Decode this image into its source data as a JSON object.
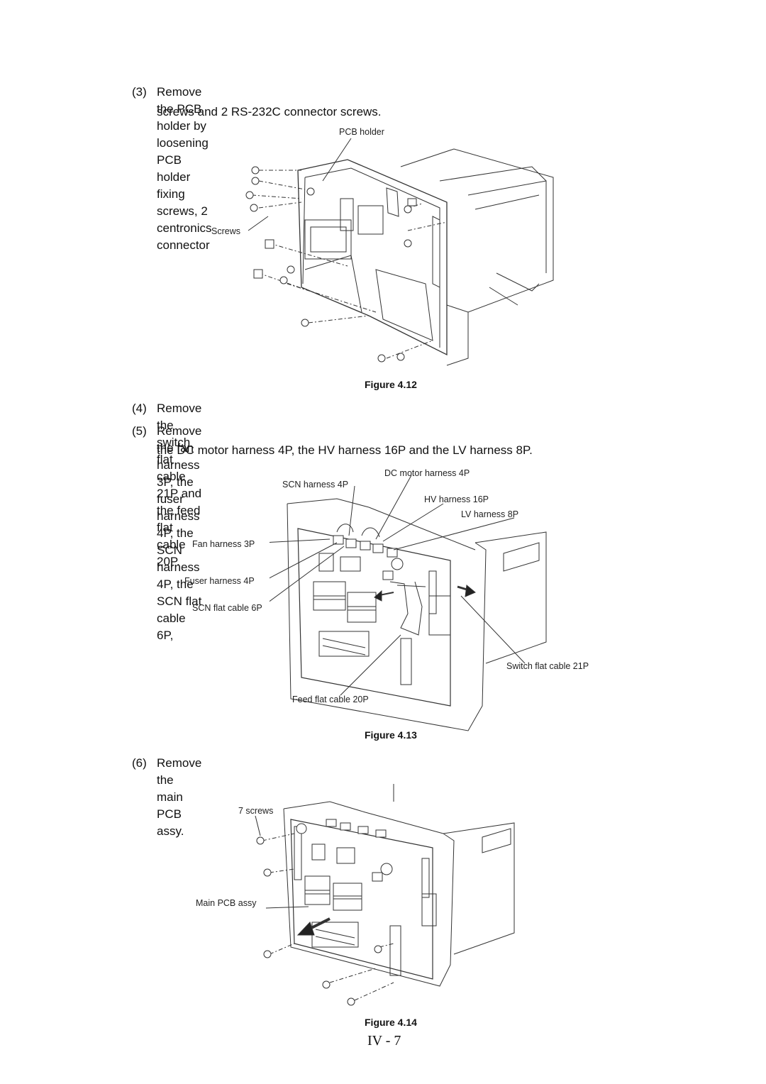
{
  "steps": {
    "s3": {
      "num": "(3)",
      "line1": "Remove the PCB holder by loosening PCB holder fixing screws, 2 centronics connector",
      "line2": "screws and 2 RS-232C connector screws."
    },
    "s4": {
      "num": "(4)",
      "line1": "Remove the switch flat cable 21P and the feed flat cable 20P."
    },
    "s5": {
      "num": "(5)",
      "line1": "Remove the fan harness 3P, the fuser harness 4P, the SCN harness 4P, the SCN flat cable 6P,",
      "line2": "the DC motor harness 4P, the HV harness 16P and the LV harness 8P."
    },
    "s6": {
      "num": "(6)",
      "line1": "Remove the main PCB assy."
    }
  },
  "figures": {
    "f12": {
      "caption": "Figure 4.12",
      "labels": {
        "pcb_holder": "PCB holder",
        "screws": "Screws"
      }
    },
    "f13": {
      "caption": "Figure 4.13",
      "labels": {
        "dc_motor": "DC motor harness 4P",
        "scn_harness": "SCN harness 4P",
        "hv_harness": "HV harness 16P",
        "lv_harness": "LV harness 8P",
        "fan_harness": "Fan harness 3P",
        "fuser_harness": "Fuser harness 4P",
        "scn_flat": "SCN flat cable 6P",
        "switch_flat": "Switch flat cable 21P",
        "feed_flat": "Feed flat cable 20P"
      }
    },
    "f14": {
      "caption": "Figure 4.14",
      "labels": {
        "seven_screws": "7 screws",
        "main_pcb": "Main PCB assy"
      }
    }
  },
  "page_number": "IV - 7"
}
